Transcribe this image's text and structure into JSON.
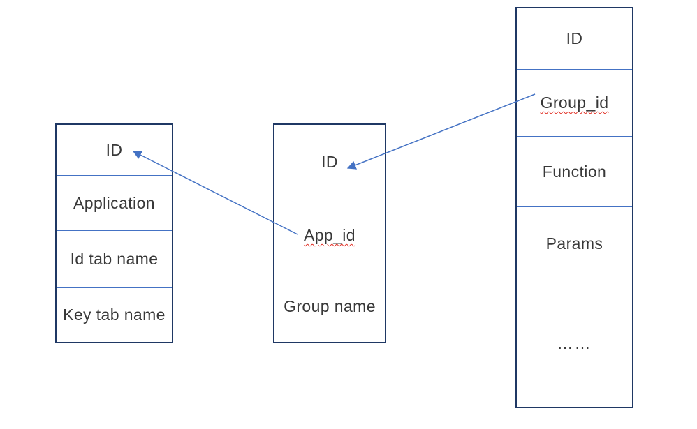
{
  "diagram": {
    "background_color": "#ffffff",
    "colors": {
      "table_outer_border": "#1f3864",
      "table_inner_divider": "#4472c4",
      "arrow": "#4472c4",
      "text": "#383838",
      "spellcheck_underline": "#e02b20"
    },
    "tables": [
      {
        "id": "application-table",
        "rows": [
          {
            "label": "ID"
          },
          {
            "label": "Application"
          },
          {
            "label": "Id tab name"
          },
          {
            "label": "Key tab name"
          }
        ]
      },
      {
        "id": "group-table",
        "rows": [
          {
            "label": "ID"
          },
          {
            "label": "App_id",
            "misspelled": true
          },
          {
            "label": "Group name"
          }
        ]
      },
      {
        "id": "function-table",
        "rows": [
          {
            "label": "ID"
          },
          {
            "label": "Group_id",
            "misspelled": true
          },
          {
            "label": "Function"
          },
          {
            "label": "Params"
          },
          {
            "label": "……"
          }
        ]
      }
    ],
    "relationships": [
      {
        "from_table": "group-table",
        "from_field": "App_id",
        "to_table": "application-table",
        "to_field": "ID"
      },
      {
        "from_table": "function-table",
        "from_field": "Group_id",
        "to_table": "group-table",
        "to_field": "ID"
      }
    ]
  }
}
